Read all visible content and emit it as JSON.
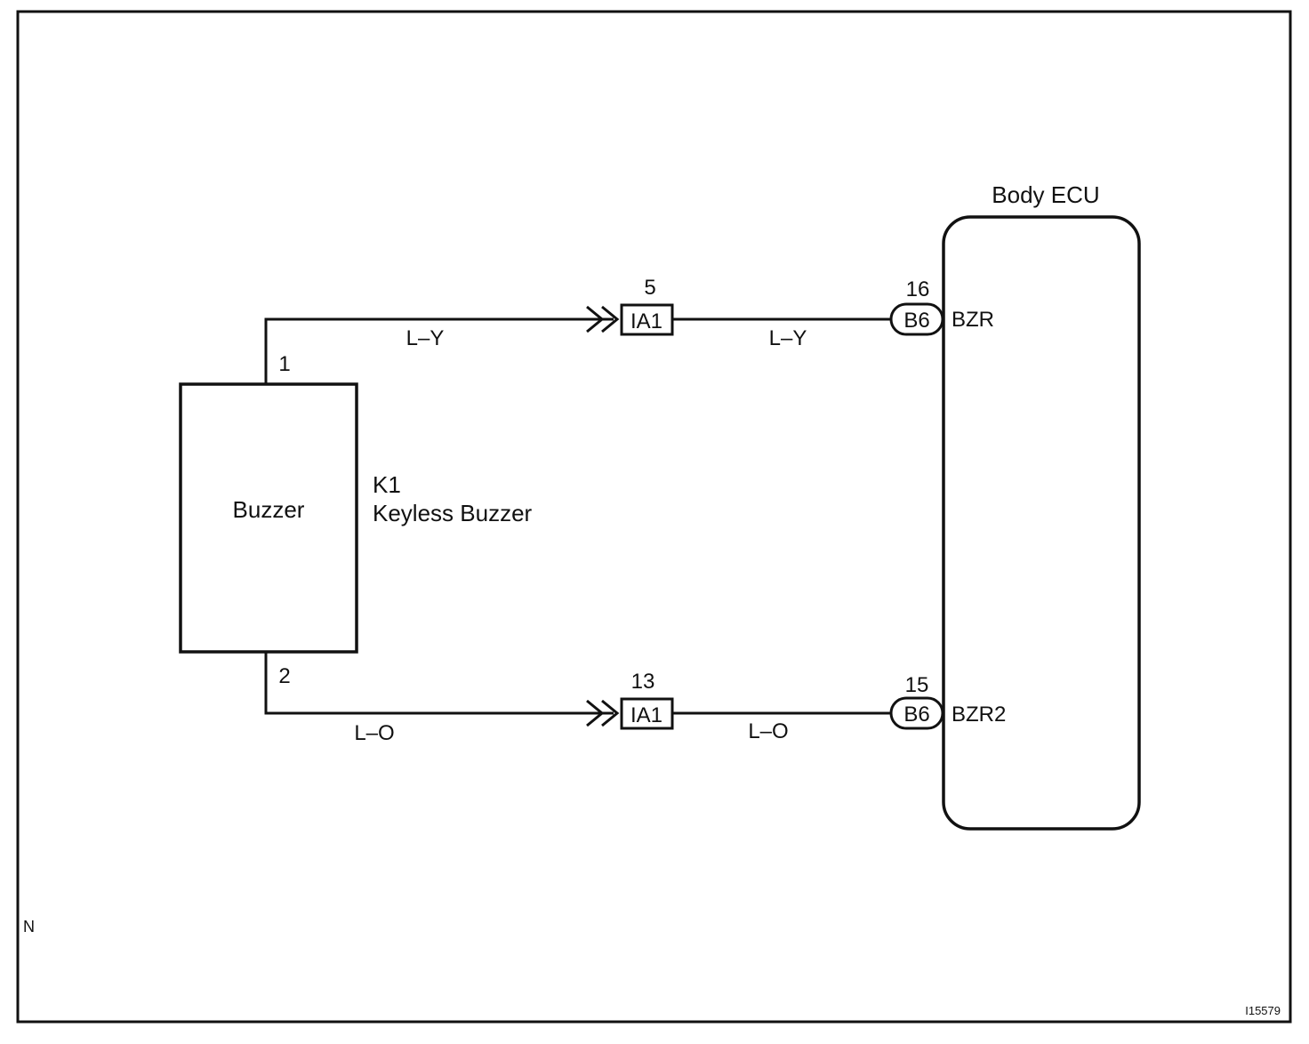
{
  "diagram": {
    "buzzer": {
      "box_label": "Buzzer",
      "code": "K1",
      "name": "Keyless Buzzer",
      "pin_top": "1",
      "pin_bottom": "2"
    },
    "ecu": {
      "title": "Body ECU",
      "pin_top": {
        "number": "16",
        "connector": "B6",
        "terminal": "BZR"
      },
      "pin_bottom": {
        "number": "15",
        "connector": "B6",
        "terminal": "BZR2"
      }
    },
    "junctions": [
      {
        "pin": "5",
        "connector": "IA1"
      },
      {
        "pin": "13",
        "connector": "IA1"
      }
    ],
    "wires": {
      "top_left": "L–Y",
      "top_right": "L–Y",
      "bottom_left": "L–O",
      "bottom_right": "L–O"
    },
    "corner_mark": "N",
    "figure_id": "I15579"
  }
}
